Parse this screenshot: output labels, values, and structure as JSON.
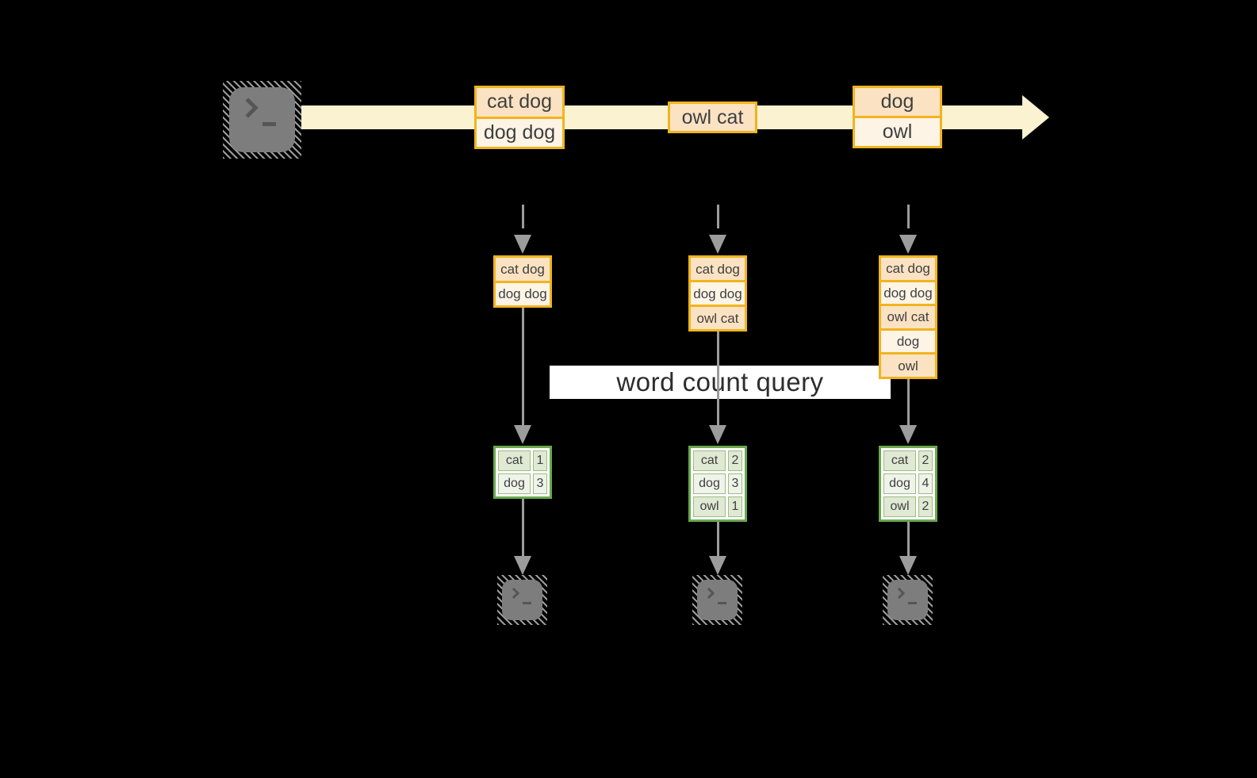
{
  "query_label": "word count query",
  "stream": {
    "records": [
      {
        "lines": [
          "cat dog",
          "dog dog"
        ]
      },
      {
        "lines": [
          "owl cat"
        ]
      },
      {
        "lines": [
          "dog",
          "owl"
        ]
      }
    ]
  },
  "states": [
    {
      "rows": [
        "cat dog",
        "dog dog"
      ]
    },
    {
      "rows": [
        "cat dog",
        "dog dog",
        "owl cat"
      ]
    },
    {
      "rows": [
        "cat dog",
        "dog dog",
        "owl cat",
        "dog",
        "owl"
      ]
    }
  ],
  "results": [
    {
      "rows": [
        [
          "cat",
          "1"
        ],
        [
          "dog",
          "3"
        ]
      ]
    },
    {
      "rows": [
        [
          "cat",
          "2"
        ],
        [
          "dog",
          "3"
        ],
        [
          "owl",
          "1"
        ]
      ]
    },
    {
      "rows": [
        [
          "cat",
          "2"
        ],
        [
          "dog",
          "4"
        ],
        [
          "owl",
          "2"
        ]
      ]
    }
  ],
  "icons": {
    "source_terminal": "terminal-prompt",
    "output_terminal": "terminal-prompt",
    "stream_arrow_head": "right-arrow"
  },
  "colors": {
    "band": "#fbf2d2",
    "gold": "#f0b41e",
    "cell_dark": "#fbe2c2",
    "cell_light": "#fdf4e6",
    "green": "#6aa84e",
    "green_cell_dark": "#dfe9d3",
    "green_cell_light": "#eff4ea",
    "arrow_gray": "#9c9c9c",
    "terminal_gray": "#7d7d7d",
    "terminal_hatch": "#9a9a9a",
    "glyph_gray": "#565656",
    "text_dark": "#3f3f3f",
    "query_bg": "#ffffff",
    "query_text": "#2d2d2d"
  }
}
